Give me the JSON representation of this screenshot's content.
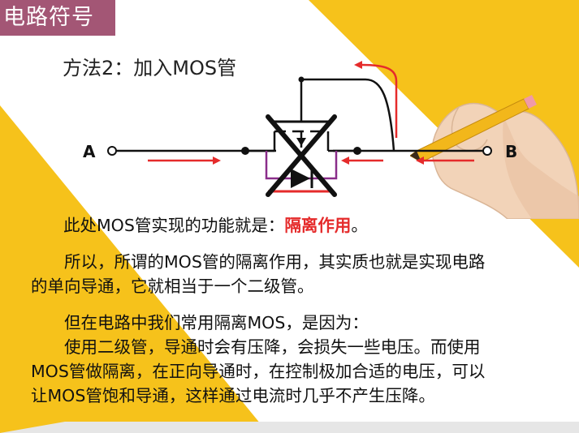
{
  "header": {
    "title": "电路符号"
  },
  "subtitle": "方法2：加入MOS管",
  "circuit": {
    "label_a": "A",
    "label_b": "B"
  },
  "paragraph1": {
    "prefix": "此处MOS管实现的功能就是：",
    "highlight": "隔离作用",
    "suffix": "。"
  },
  "paragraph2": {
    "line1": "　　所以，所谓的MOS管的隔离作用，其实质也就是实现电路",
    "line2": "的单向导通，它就相当于一个二级管。"
  },
  "paragraph3": {
    "line1": "　　但在电路中我们常用隔离MOS，是因为：",
    "line2": "　　使用二级管，导通时会有压降，会损失一些电压。而使用",
    "line3": "MOS管做隔离，在正向导通时，在控制极加合适的电压，可以",
    "line4": "让MOS管饱和导通，这样通过电流时几乎不产生压降。"
  },
  "colors": {
    "accent_yellow": "#f6c21b",
    "title_bg": "#a35675",
    "arrow_red": "#e52b2b",
    "highlight_red": "#e52b2b"
  }
}
